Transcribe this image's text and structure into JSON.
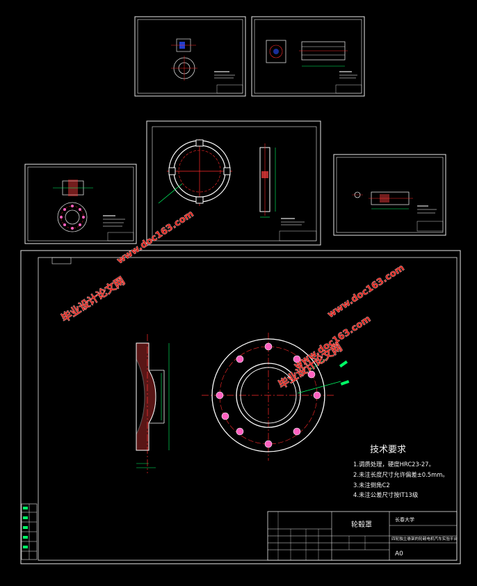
{
  "technical_requirements": {
    "heading": "技术要求",
    "items": [
      "1.调质处理，硬度HRC23-27。",
      "2.未注长度尺寸允许偏差±0.5mm。",
      "3.未注倒角C2",
      "4.未注公差尺寸按IT13级"
    ]
  },
  "title_block": {
    "part_name": "轮毂罩",
    "school": "长春大学",
    "project": "四轮独立悬架的轮毂电机汽车实验平台",
    "sheet_size": "A0"
  },
  "watermark": {
    "text_cn": "毕业设计论文网",
    "url": "www.doc163.com"
  },
  "colors": {
    "background": "#000000",
    "frame": "#e8e8e8",
    "part_outline": "#ffffff",
    "centerline": "#ff2a2a",
    "dimension": "#00ff66",
    "hatch": "#ff4040",
    "bolt_hole": "#ff60c0",
    "watermark": "#e0261f"
  }
}
